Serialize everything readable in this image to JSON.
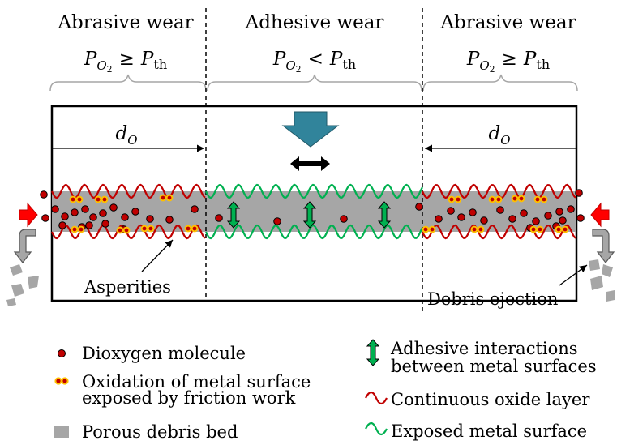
{
  "regions": {
    "left_title": "Abrasive wear",
    "center_title": "Adhesive wear",
    "right_title": "Abrasive wear",
    "left_condition": {
      "p": "P",
      "sub": "O",
      "subsub": "2",
      "op": "≥",
      "rhs": "P",
      "rhs_sub": "th"
    },
    "center_condition": {
      "p": "P",
      "sub": "O",
      "subsub": "2",
      "op": "<",
      "rhs": "P",
      "rhs_sub": "th"
    },
    "right_condition": {
      "p": "P",
      "sub": "O",
      "subsub": "2",
      "op": "≥",
      "rhs": "P",
      "rhs_sub": "th"
    }
  },
  "dims": {
    "left": {
      "d": "d",
      "sub": "O"
    },
    "right": {
      "d": "d",
      "sub": "O"
    }
  },
  "callouts": {
    "asperities": "Asperities",
    "debris_ejection": "Debris ejection"
  },
  "legend": {
    "dioxygen": "Dioxygen molecule",
    "oxidation_line1": "Oxidation of metal surface",
    "oxidation_line2": "exposed by friction work",
    "debris_bed": "Porous debris bed",
    "adhesive_line1": "Adhesive interactions",
    "adhesive_line2": "between metal surfaces",
    "oxide_layer": "Continuous oxide layer",
    "exposed_metal": "Exposed metal surface"
  },
  "colors": {
    "oxide_layer": "#c00000",
    "exposed_metal": "#00b050",
    "debris_bed": "#a6a6a6",
    "oxygen_fill": "#c00000",
    "oxidation_dot": "#ffc000",
    "adhesive_arrow": "#00b050",
    "load_arrow": "#31849b",
    "side_arrow": "#ff0000",
    "ejection_arrow": "#808080"
  },
  "icons": {
    "load_arrow": "down-arrow-icon",
    "sliding_arrow": "double-horizontal-arrow-icon",
    "adhesive": "double-vertical-arrow-icon",
    "oxygen_inflow": "right-arrow-icon"
  }
}
